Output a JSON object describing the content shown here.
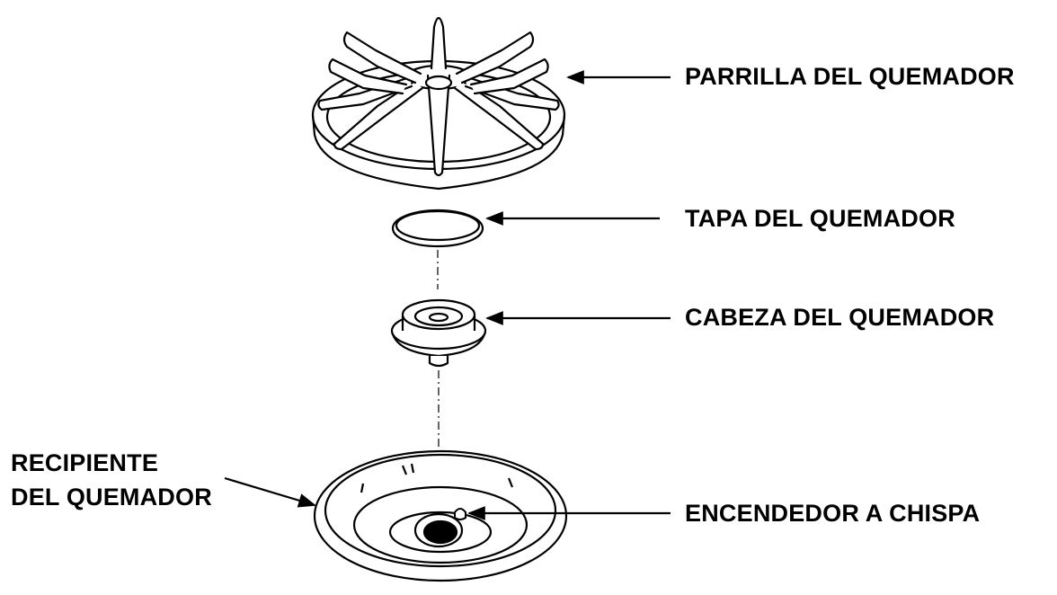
{
  "labels": {
    "grate": "PARRILLA DEL QUEMADOR",
    "cap": "TAPA DEL QUEMADOR",
    "head": "CABEZA DEL QUEMADOR",
    "bowl_line1": "RECIPIENTE",
    "bowl_line2": "DEL QUEMADOR",
    "igniter": "ENCENDEDOR A CHISPA"
  },
  "colors": {
    "line": "#000000",
    "background": "#ffffff",
    "igniter_port": "#000000"
  }
}
